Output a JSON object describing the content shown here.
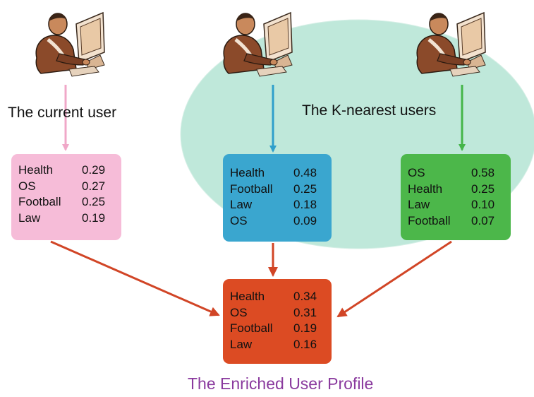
{
  "colors": {
    "current_box": "#f6bcd8",
    "knn1_box": "#3aa6cf",
    "knn2_box": "#4cb74a",
    "enriched_box": "#dc4b23",
    "ellipse": "#bfe8da",
    "arrow_pink": "#f0a8c8",
    "arrow_blue": "#2f9fcb",
    "arrow_green": "#44b549",
    "arrow_red": "#d14526",
    "title_color": "#8a3a9e"
  },
  "labels": {
    "current_user": "The current user",
    "k_nearest": "The K-nearest users",
    "enriched": "The Enriched User Profile"
  },
  "profiles": {
    "current": [
      {
        "topic": "Health",
        "score": "0.29"
      },
      {
        "topic": "OS",
        "score": "0.27"
      },
      {
        "topic": "Football",
        "score": "0.25"
      },
      {
        "topic": "Law",
        "score": "0.19"
      }
    ],
    "knn1": [
      {
        "topic": "Health",
        "score": "0.48"
      },
      {
        "topic": "Football",
        "score": "0.25"
      },
      {
        "topic": "Law",
        "score": "0.18"
      },
      {
        "topic": "OS",
        "score": "0.09"
      }
    ],
    "knn2": [
      {
        "topic": "OS",
        "score": "0.58"
      },
      {
        "topic": "Health",
        "score": "0.25"
      },
      {
        "topic": "Law",
        "score": "0.10"
      },
      {
        "topic": "Football",
        "score": "0.07"
      }
    ],
    "enriched": [
      {
        "topic": "Health",
        "score": "0.34"
      },
      {
        "topic": "OS",
        "score": "0.31"
      },
      {
        "topic": "Football",
        "score": "0.19"
      },
      {
        "topic": "Law",
        "score": "0.16"
      }
    ]
  },
  "icons": [
    "user-at-computer-icon",
    "user-at-computer-icon",
    "user-at-computer-icon"
  ]
}
